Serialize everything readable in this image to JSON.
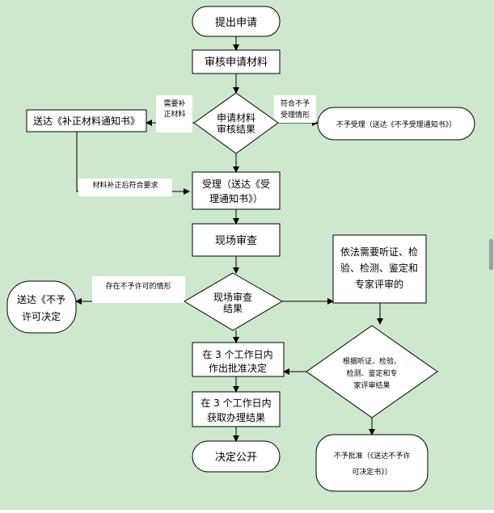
{
  "colors": {
    "background": "#cde8cd",
    "shape_fill": "#ffffff",
    "stroke": "#000000"
  },
  "nodes": {
    "submit": "提出申请",
    "review": "审核申请材料",
    "review_result_l1": "申请材料",
    "review_result_l2": "审核结果",
    "supplement": "送达《补正材料通知书》",
    "reject_accept": "不予受理（送达《不予受理通知书》）",
    "accept_l1": "受理（送达《受",
    "accept_l2": "理通知书》）",
    "site_review": "现场审查",
    "hearing_l1": "依法需要听证、检",
    "hearing_l2": "验、检测、鉴定和",
    "hearing_l3": "专家评审的",
    "site_result_l1": "现场审查",
    "site_result_l2": "结果",
    "deny_l1": "送达《不予",
    "deny_l2": "许可决定",
    "approve_l1": "在 3 个工作日内",
    "approve_l2": "作出批准决定",
    "obtain_l1": "在 3 个工作日内",
    "obtain_l2": "获取办理结果",
    "publish": "决定公开",
    "expert_l1": "根据听证、检验、",
    "expert_l2": "检测、鉴定和专",
    "expert_l3": "家评审结果",
    "reject_final_l1": "不予批准（《送达不予许",
    "reject_final_l2": "可决定书》）"
  },
  "edge_labels": {
    "need_supplement_l1": "需要补",
    "need_supplement_l2": "正材料",
    "not_eligible_l1": "符合不予",
    "not_eligible_l2": "受理情形",
    "supplemented": "材料补正后符合要求",
    "not_permitted": "存在不予许可的情形"
  }
}
